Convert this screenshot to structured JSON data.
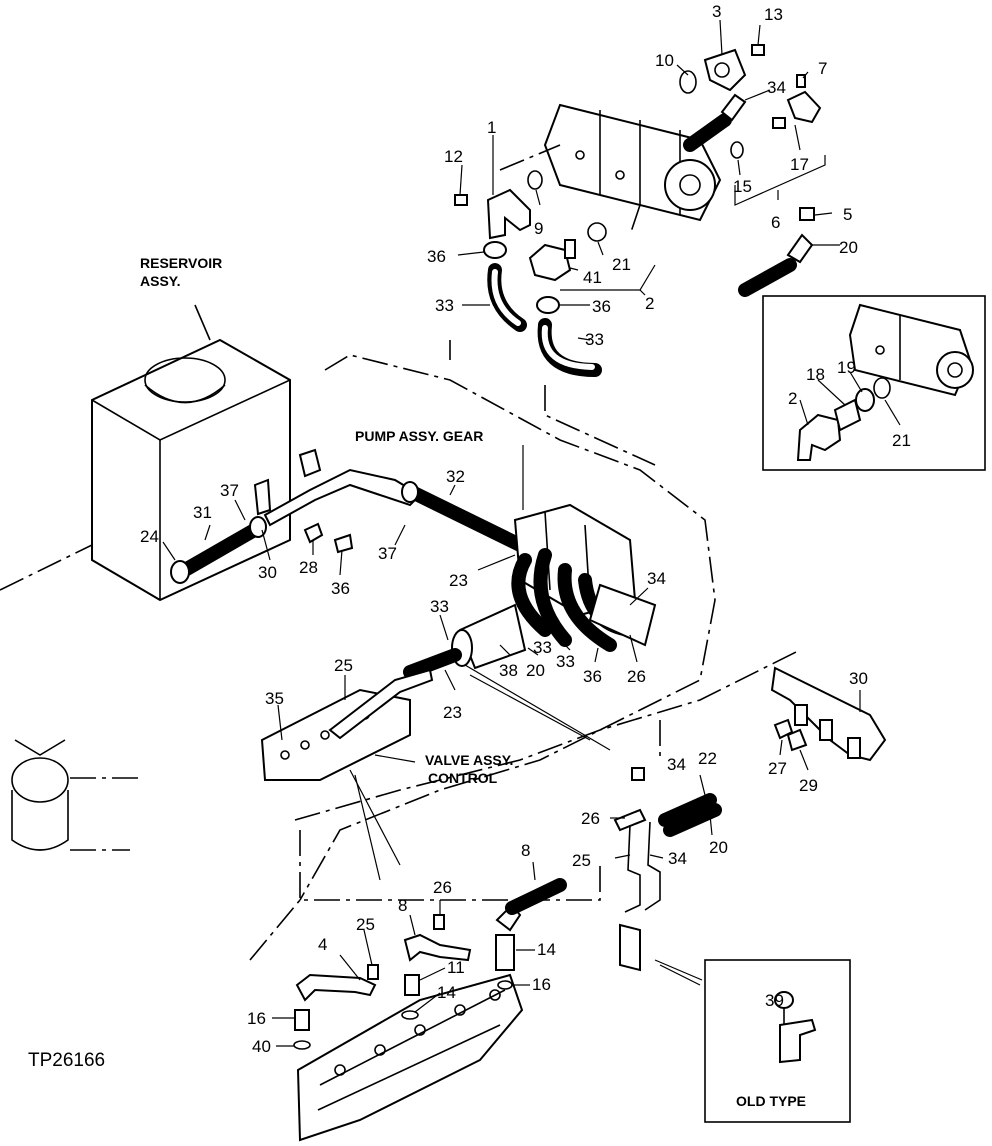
{
  "figure_id": "TP26166",
  "captions": {
    "reservoir": [
      "RESERVOIR",
      "ASSY."
    ],
    "pump": "PUMP ASSY. GEAR",
    "valve": [
      "VALVE ASSY.",
      "CONTROL"
    ],
    "old_type": "OLD TYPE"
  },
  "callouts": [
    "3",
    "13",
    "10",
    "34",
    "7",
    "1",
    "12",
    "17",
    "15",
    "9",
    "6",
    "5",
    "36",
    "21",
    "41",
    "20",
    "2",
    "33",
    "36",
    "33",
    "18",
    "19",
    "2",
    "21",
    "32",
    "37",
    "31",
    "37",
    "24",
    "30",
    "28",
    "36",
    "23",
    "34",
    "33",
    "33",
    "33",
    "36",
    "26",
    "25",
    "35",
    "38",
    "20",
    "23",
    "30",
    "27",
    "29",
    "34",
    "22",
    "26",
    "25",
    "34",
    "20",
    "8",
    "26",
    "8",
    "25",
    "4",
    "14",
    "11",
    "16",
    "14",
    "16",
    "40",
    "39"
  ]
}
